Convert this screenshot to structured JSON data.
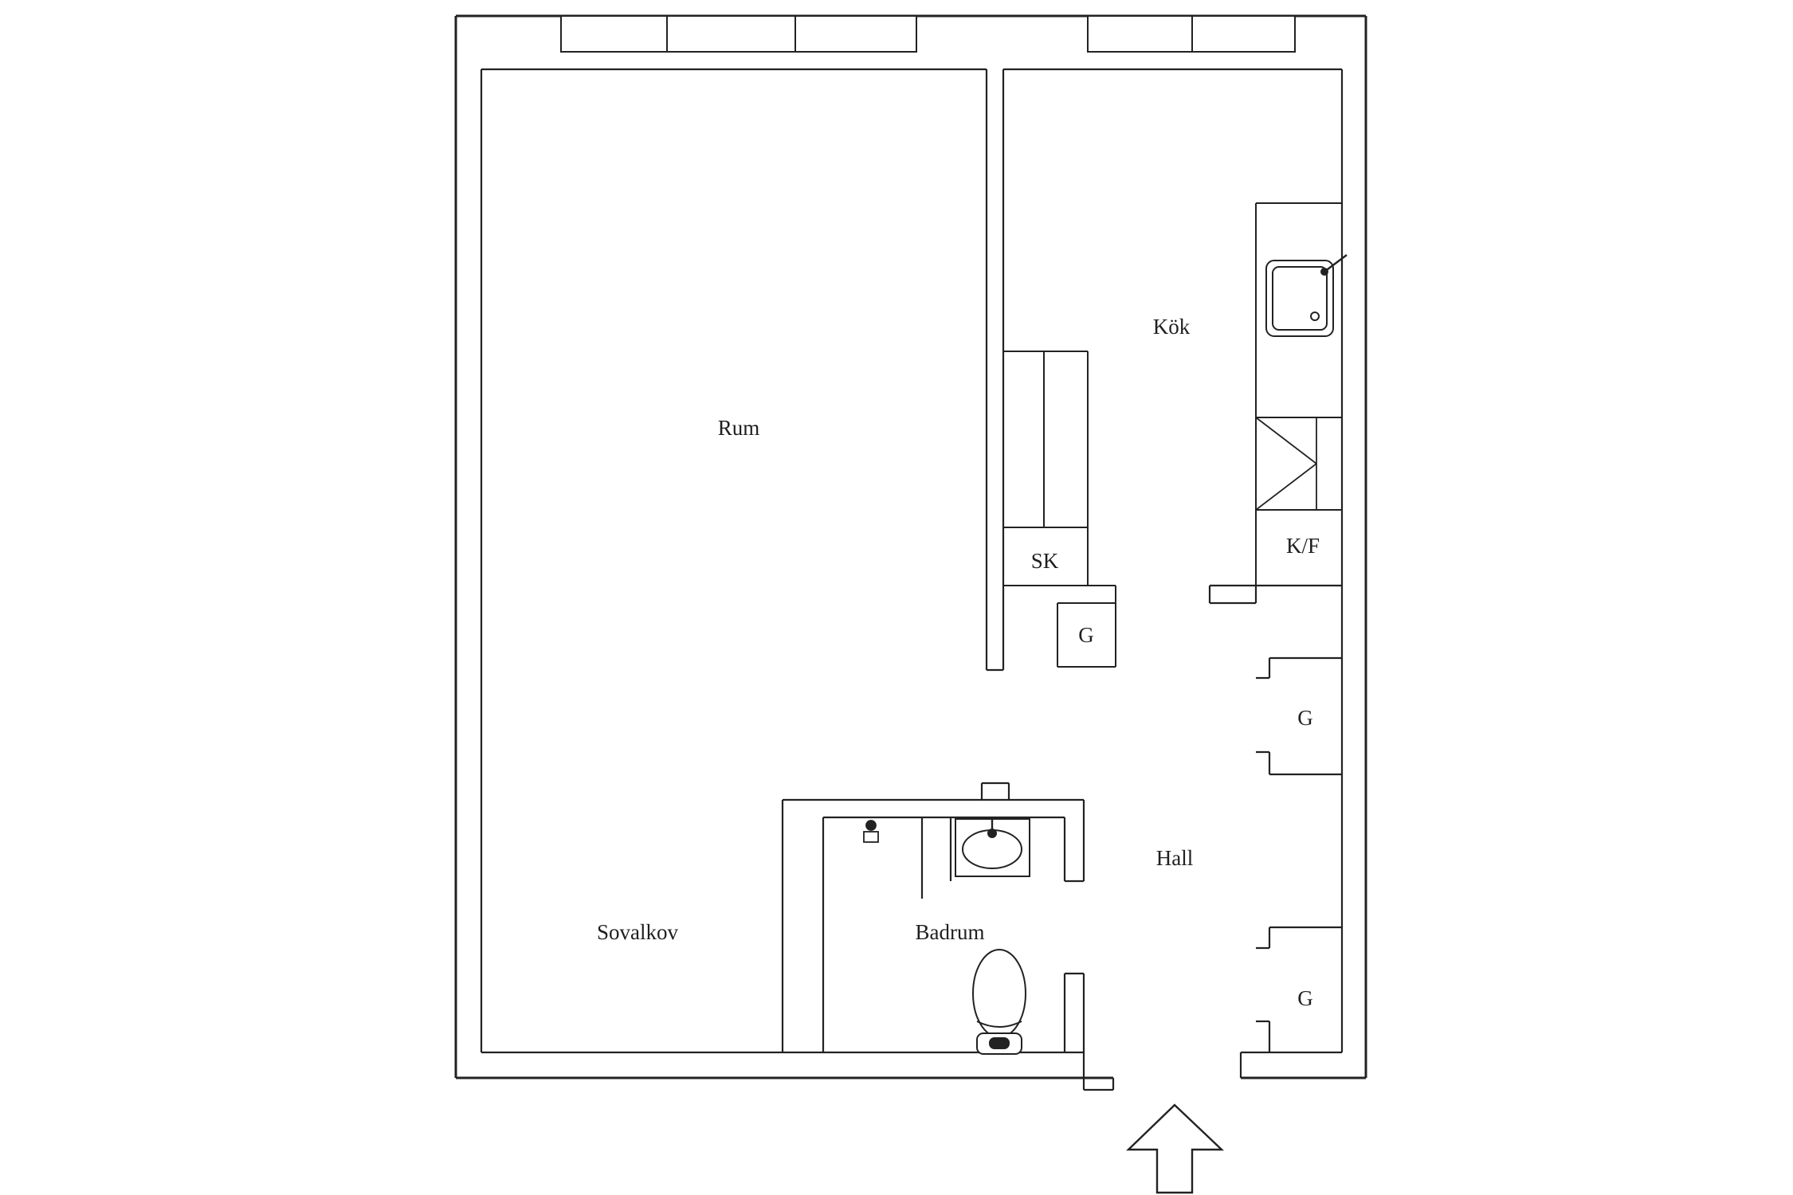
{
  "title": "Apartment floor plan",
  "colors": {
    "line": "#222222",
    "background": "#ffffff"
  },
  "labels": {
    "rum": "Rum",
    "kok": "Kök",
    "sk": "SK",
    "g_middle": "G",
    "kf": "K/F",
    "g_upper_right": "G",
    "hall": "Hall",
    "g_lower_right": "G",
    "sovalkov": "Sovalkov",
    "badrum": "Badrum"
  }
}
